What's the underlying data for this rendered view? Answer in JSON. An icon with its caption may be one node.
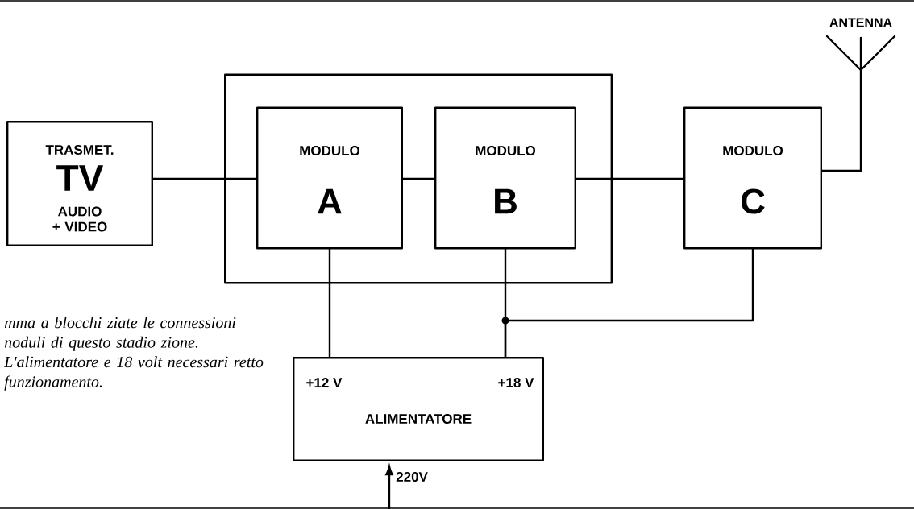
{
  "diagram": {
    "caption": "mma a blocchi ziate le connessioni noduli di questo stadio zione. L'alimentatore e 18 volt necessari retto funzionamento.",
    "nodes": [
      {
        "text": [
          "TRASMET.",
          "TV",
          "AUDIO + VIDEO"
        ]
      },
      {
        "text": [],
        "shape": "box"
      },
      {
        "text": [
          "MODULO",
          "A"
        ],
        "in": 1
      },
      {
        "text": [
          "MODULO",
          "B"
        ],
        "in": 1
      },
      {
        "text": [
          "MODULO",
          "C"
        ]
      },
      {
        "text": [
          "+12 V",
          "+18 V",
          "ALIMENTATORE"
        ]
      },
      {
        "text": [
          "ANTENNA"
        ]
      }
    ],
    "edges": [
      {
        "from": 0,
        "to": 2,
        "arrow": "none"
      },
      {
        "from": 2,
        "to": 3,
        "arrow": "none"
      },
      {
        "from": 3,
        "to": 4,
        "arrow": "none"
      },
      {
        "from": 4,
        "to": 6,
        "arrow": "none"
      },
      {
        "from": 2,
        "to": 5,
        "arrow": "none"
      },
      {
        "from": 3,
        "to": 5,
        "arrow": "none"
      },
      {
        "from": 4,
        "to": 5,
        "arrow": "none"
      },
      {
        "from": null,
        "to": 5,
        "arrow": "to",
        "label": "220V"
      }
    ]
  }
}
